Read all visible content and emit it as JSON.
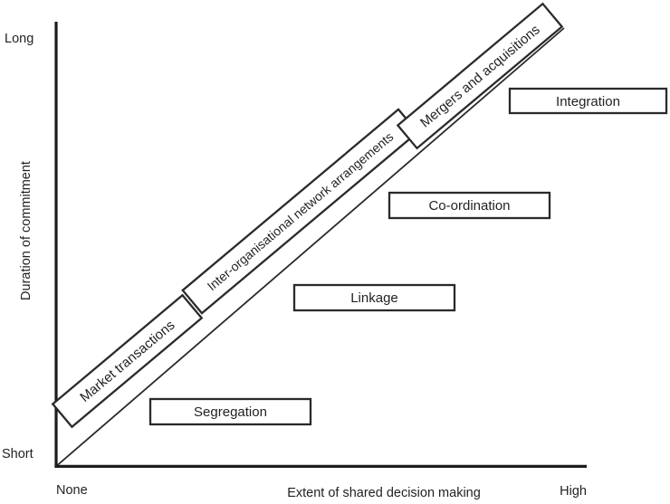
{
  "figure": {
    "y_axis": {
      "label": "Duration of commitment",
      "top_tick_label": "Long",
      "bottom_tick_label": "Short"
    },
    "x_axis": {
      "label": "Extent of shared decision making",
      "left_tick_label": "None",
      "right_tick_label": "High"
    },
    "diagonal_boxes": [
      {
        "label": "Market transactions"
      },
      {
        "label": "Inter-organisational network arrangements"
      },
      {
        "label": "Mergers and acquisitions"
      }
    ],
    "horizontal_boxes": [
      {
        "label": "Segregation"
      },
      {
        "label": "Linkage"
      },
      {
        "label": "Co-ordination"
      },
      {
        "label": "Integration"
      }
    ],
    "colors": {
      "line": "#1d1d1f",
      "box_border": "#2a2a2c",
      "box_fill": "#ffffff",
      "text": "#231f20",
      "background": "#ffffff"
    }
  }
}
